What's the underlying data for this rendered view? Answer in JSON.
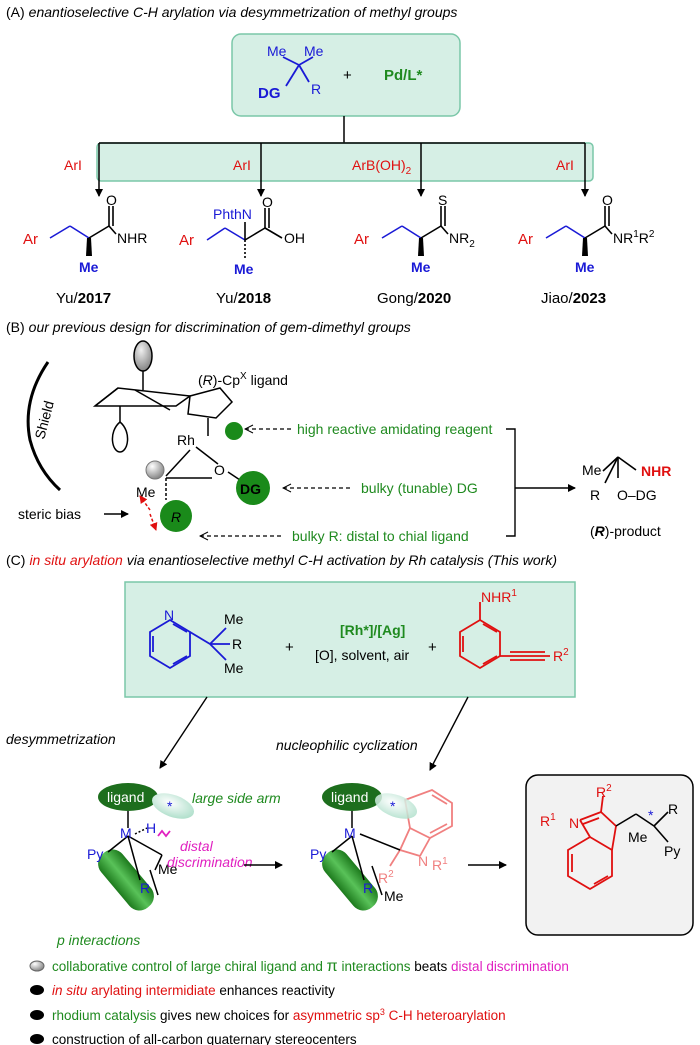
{
  "colors": {
    "blue": "#1a1ad6",
    "green": "#1f8a1f",
    "red": "#e01010",
    "magenta": "#e020c0",
    "pink": "#f08080",
    "box": "#d6efe5",
    "boxstroke": "#7ac7a8",
    "black": "#000000"
  },
  "a": {
    "label": "(A)",
    "title": "enantioselective C-H arylation via desymmetrization of methyl groups",
    "sub_me1": "Me",
    "sub_me2": "Me",
    "sub_dg": "DG",
    "sub_r": "R",
    "plus": "+",
    "cat": "Pd/L*",
    "reagents": [
      "ArI",
      "ArI",
      "ArB(OH)",
      "ArI"
    ],
    "sub2": "2",
    "p1": {
      "ar": "Ar",
      "o": "O",
      "nhr": "NHR",
      "me": "Me"
    },
    "p2": {
      "ar": "Ar",
      "phthn": "PhthN",
      "o": "O",
      "oh": "OH",
      "me": "Me"
    },
    "p3": {
      "ar": "Ar",
      "s": "S",
      "nr": "NR",
      "sub": "2",
      "me": "Me"
    },
    "p4": {
      "ar": "Ar",
      "o": "O",
      "nr": "NR",
      "s1": "1",
      "r": "R",
      "s2": "2",
      "me": "Me"
    },
    "refs": [
      {
        "author": "Yu/",
        "year": "2017"
      },
      {
        "author": "Yu/",
        "year": "2018"
      },
      {
        "author": "Gong/",
        "year": "2020"
      },
      {
        "author": "Jiao/",
        "year": "2023"
      }
    ]
  },
  "b": {
    "label": "(B)",
    "title": "our previous design for discrimination of gem-dimethyl groups",
    "shield": "Shield",
    "cp_pre": "(",
    "cp_r": "R",
    "cp_post": ")-Cp",
    "cp_sup": "X",
    "cp_tail": " ligand",
    "rh": "Rh",
    "o": "O",
    "dg": "DG",
    "me": "Me",
    "r": "R",
    "note1": "high reactive amidating reagent",
    "note2": "bulky (tunable) DG",
    "note3": "bulky R: distal to chial ligand",
    "steric": "steric bias",
    "prod_me": "Me",
    "prod_r": "R",
    "prod_nhr": "NHR",
    "prod_odg": "O–DG",
    "prod_label_pre": "(",
    "prod_label_r": "R",
    "prod_label_post": ")-product"
  },
  "c": {
    "label": "(C)",
    "title_red": "in situ arylation",
    "title_rest": " via enantioselective methyl C-H activation by Rh catalysis (This work)",
    "n": "N",
    "me1": "Me",
    "me2": "Me",
    "r": "R",
    "plus1": "+",
    "plus2": "+",
    "cat1": "[Rh*]/[Ag]",
    "cat2": "[O], solvent, air",
    "nhr": "NHR",
    "nhr_sup": "1",
    "r2": "R",
    "r2_sup": "2",
    "desym": "desymmetrization",
    "nuc": "nucleophilic cyclization",
    "i1": {
      "ligand": "ligand",
      "star": "*",
      "side": "large side arm",
      "m": "M",
      "h": "H",
      "py": "Py",
      "me": "Me",
      "r": "R",
      "distal1": "distal",
      "distal2": "discrimination",
      "pi": "p interactions"
    },
    "i2": {
      "ligand": "ligand",
      "star": "*",
      "m": "M",
      "py": "Py",
      "me": "Me",
      "r": "R",
      "n": "N",
      "r1": "R",
      "s1": "1",
      "r2": "R",
      "s2": "2"
    },
    "prod": {
      "r1": "R",
      "s1": "1",
      "n": "N",
      "r2": "R",
      "s2": "2",
      "star": "*",
      "r": "R",
      "me": "Me",
      "py": "Py"
    },
    "bullets": [
      {
        "parts": [
          {
            "t": "collaborative control of large chiral ligand and ",
            "c": "green"
          },
          {
            "t": "π",
            "c": "green"
          },
          {
            "t": " interactions",
            "c": "green"
          },
          {
            "t": " beats ",
            "c": "black"
          },
          {
            "t": "distal discrimination",
            "c": "magenta"
          }
        ]
      },
      {
        "parts": [
          {
            "t": "in situ",
            "c": "red",
            "i": true
          },
          {
            "t": " arylating intermidiate",
            "c": "red"
          },
          {
            "t": " enhances reactivity",
            "c": "black"
          }
        ]
      },
      {
        "parts": [
          {
            "t": "rhodium catalysis",
            "c": "green"
          },
          {
            "t": " gives new choices for ",
            "c": "black"
          },
          {
            "t": "asymmetric sp",
            "c": "red"
          },
          {
            "t": "3",
            "c": "red",
            "sup": true
          },
          {
            "t": " C-H heteroarylation",
            "c": "red"
          }
        ]
      },
      {
        "parts": [
          {
            "t": "construction of all-carbon quaternary stereocenters",
            "c": "black"
          }
        ]
      }
    ]
  }
}
